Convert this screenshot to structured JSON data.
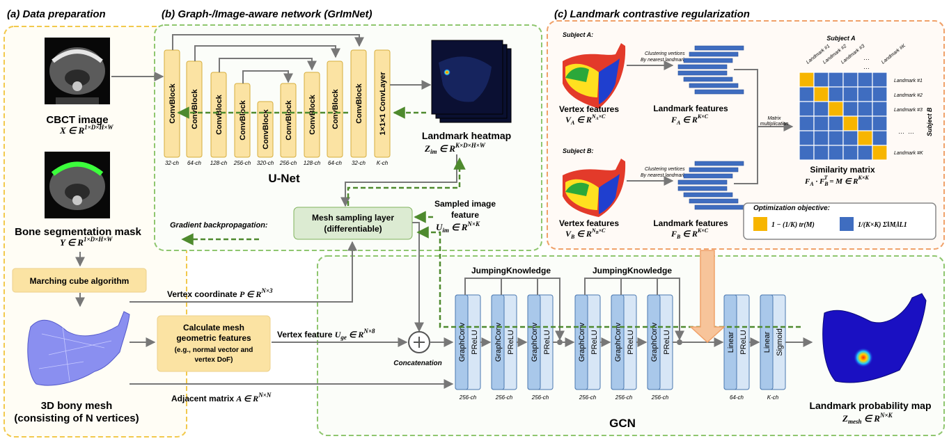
{
  "sections": {
    "a_title": "(a) Data preparation",
    "b_title": "(b) Graph-/Image-aware network (GrImNet)",
    "c_title": "(c) Landmark contrastive regularization"
  },
  "data_prep": {
    "cbct_title": "CBCT image",
    "cbct_math": "X ∈ R",
    "cbct_sup": "1×D×H×W",
    "mask_title": "Bone segmentation mask",
    "mask_math": "Y ∈ R",
    "mask_sup": "1×D×H×W",
    "marching": "Marching cube algorithm",
    "mesh_title": "3D bony mesh",
    "mesh_sub": "(consisting of N vertices)",
    "geo_line1": "Calculate mesh",
    "geo_line2": "geometric features",
    "geo_line3": "(e.g., normal vector and",
    "geo_line4": "vertex DoF)"
  },
  "unet": {
    "title": "U-Net",
    "blocks": [
      {
        "label": "ConvBlock",
        "ch": "32-ch"
      },
      {
        "label": "ConvBlock",
        "ch": "64-ch"
      },
      {
        "label": "ConvBlock",
        "ch": "128-ch"
      },
      {
        "label": "ConvBlock",
        "ch": "256-ch"
      },
      {
        "label": "ConvBlock",
        "ch": "320-ch"
      },
      {
        "label": "ConvBlock",
        "ch": "256-ch"
      },
      {
        "label": "ConvBlock",
        "ch": "128-ch"
      },
      {
        "label": "ConvBlock",
        "ch": "64-ch"
      },
      {
        "label": "ConvBlock",
        "ch": "32-ch"
      },
      {
        "label": "1×1×1 ConvLayer",
        "ch": "K-ch"
      }
    ],
    "heatmap_title": "Landmark heatmap",
    "heatmap_math": "Z",
    "heatmap_sub": "im",
    "heatmap_rest": " ∈ R",
    "heatmap_sup": "K×D×H×W",
    "grad_label": "Gradient backpropagation:",
    "mesh_sampling_1": "Mesh sampling layer",
    "mesh_sampling_2": "(differentiable)",
    "sampled_1": "Sampled image",
    "sampled_2": "feature",
    "sampled_math": "U",
    "sampled_sub": "im",
    "sampled_rest": " ∈ R",
    "sampled_sup": "N×K"
  },
  "gcn": {
    "title": "GCN",
    "vertex_coord": "Vertex coordinate ",
    "vertex_coord_math": "P ∈ R",
    "vertex_coord_sup": "N×3",
    "vertex_feat": "Vertex feature ",
    "vertex_feat_math": "U",
    "vertex_feat_sub": "ge",
    "vertex_feat_rest": " ∈ R",
    "vertex_feat_sup": "N×8",
    "adjacent": "Adjacent matrix ",
    "adjacent_math": "A ∈ R",
    "adjacent_sup": "N×N",
    "concat": "Concatenation",
    "jk1": "JumpingKnowledge",
    "jk2": "JumpingKnowledge",
    "graph_blocks": [
      {
        "a": "GraphConv",
        "b": "PReLU",
        "ch": "256-ch"
      },
      {
        "a": "GraphConv",
        "b": "PReLU",
        "ch": "256-ch"
      },
      {
        "a": "GraphConv",
        "b": "PReLU",
        "ch": "256-ch"
      },
      {
        "a": "GraphConv",
        "b": "PReLU",
        "ch": "256-ch"
      },
      {
        "a": "GraphConv",
        "b": "PReLU",
        "ch": "256-ch"
      },
      {
        "a": "GraphConv",
        "b": "PReLU",
        "ch": "256-ch"
      }
    ],
    "linear_blocks": [
      {
        "a": "Linear",
        "b": "PReLU",
        "ch": "64-ch"
      },
      {
        "a": "Linear",
        "b": "Sigmoid",
        "ch": "K-ch"
      }
    ],
    "prob_title": "Landmark probability map",
    "prob_math": "Z",
    "prob_sub": "mesh",
    "prob_rest": " ∈ R",
    "prob_sup": "N×K"
  },
  "contrastive": {
    "subject_a": "Subject A:",
    "subject_b": "Subject B:",
    "cluster_1": "Clustering vertices",
    "cluster_2": "By nearest landmark",
    "vertex_feat": "Vertex features",
    "va_math": "V",
    "va_sub": "A",
    "va_rest": " ∈ R",
    "va_sup": "N",
    "va_sup_sub": "A",
    "va_sup_rest": "×C",
    "vb_math": "V",
    "vb_sub": "B",
    "vb_rest": " ∈ R",
    "vb_sup": "N",
    "vb_sup_sub": "B",
    "vb_sup_rest": "×C",
    "landmark_feat": "Landmark features",
    "fa_math": "F",
    "fa_sub": "A",
    "fa_rest": " ∈ R",
    "fa_sup": "K×C",
    "fb_math": "F",
    "fb_sub": "B",
    "fb_rest": " ∈ R",
    "fb_sup": "K×C",
    "matmul_1": "Matrix",
    "matmul_2": "multiplication",
    "subject_a_top": "Subject A",
    "subject_b_side": "Subject B",
    "col_labels": [
      "Landmark #1",
      "Landmark #2",
      "Landmark #3",
      "Landmark #K"
    ],
    "row_labels": [
      "Landmark #1",
      "Landmark #2",
      "Landmark #3",
      "Landmark #K"
    ],
    "ellipsis": "…",
    "sim_title": "Similarity matrix",
    "sim_math": "F",
    "sim_sub1": "A",
    "sim_mid": " · F",
    "sim_sub2": "B",
    "sim_sup2": "T",
    "sim_rest": " = M ∈ R",
    "sim_sup": "K×K",
    "opt_title": "Optimization objective:",
    "opt_yellow": "1 − (1/K) tr(M)",
    "opt_blue": "1/(K×K) Σ‖Mᵢ‖L1"
  },
  "colors": {
    "yellow_box": "#fbe3a3",
    "yellow_stroke": "#d6ad3c",
    "blue_box": "#bcd6ef",
    "blue_stroke": "#4a78b0",
    "green_dash": "#4e8a2e",
    "section_a": "#f2c94c",
    "section_b": "#8fc66f",
    "section_c": "#f0a169",
    "orange_arrow": "#f7c49a"
  }
}
